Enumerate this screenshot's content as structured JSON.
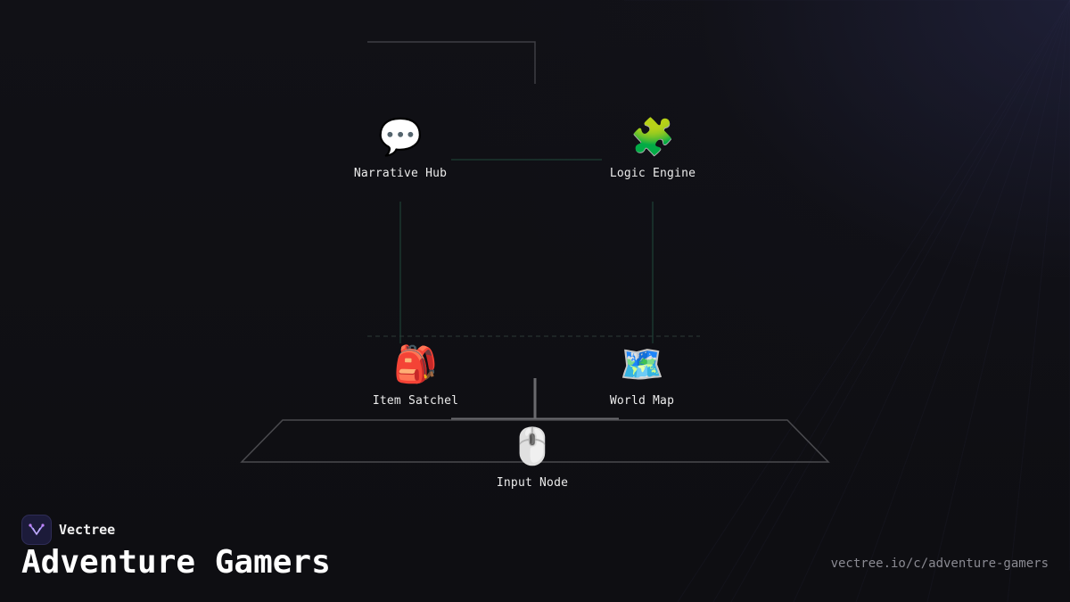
{
  "brand": {
    "name": "Vectree"
  },
  "page": {
    "title": "Adventure Gamers",
    "url": "vectree.io/c/adventure-gamers"
  },
  "nodes": {
    "narrative_hub": {
      "label": "Narrative Hub",
      "icon": "speech-balloon-icon",
      "glyph": "💬"
    },
    "logic_engine": {
      "label": "Logic Engine",
      "icon": "puzzle-piece-icon",
      "glyph": "🧩"
    },
    "item_satchel": {
      "label": "Item Satchel",
      "icon": "backpack-icon",
      "glyph": "🎒"
    },
    "world_map": {
      "label": "World Map",
      "icon": "world-map-icon",
      "glyph": "🗺️"
    },
    "input_node": {
      "label": "Input Node",
      "icon": "computer-mouse-icon",
      "glyph": "🖱️"
    }
  },
  "colors": {
    "background": "#0f0f13",
    "connector_green": "#1f4a3c",
    "frame_grey": "#4a4a4e",
    "accent_purple": "#8b5cf6"
  }
}
